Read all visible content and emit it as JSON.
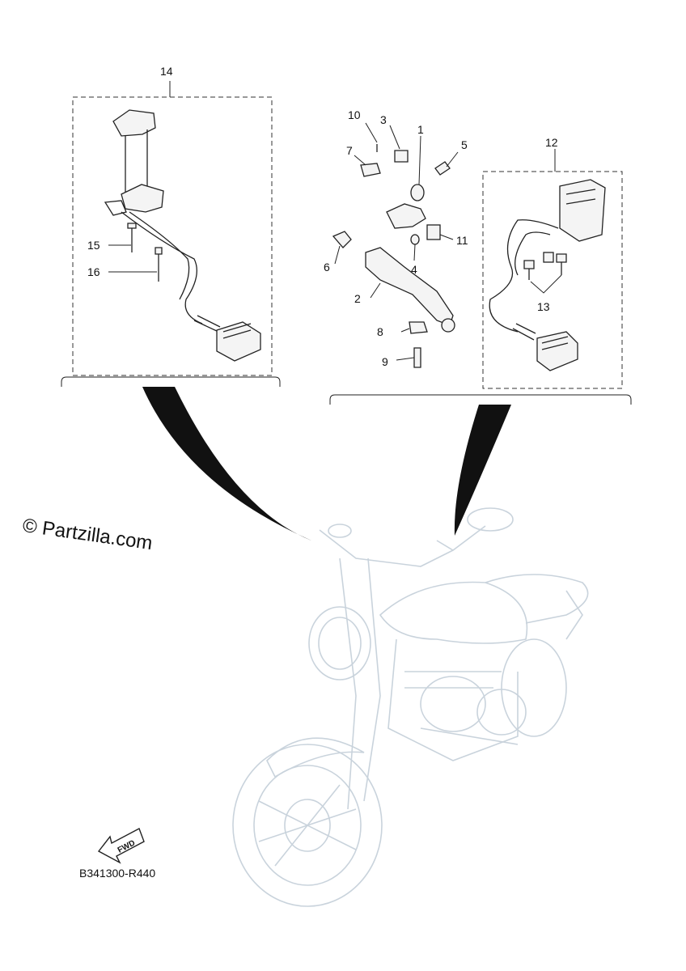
{
  "left_group": {
    "callout": "14",
    "parts": [
      {
        "callout": "15"
      },
      {
        "callout": "16"
      }
    ]
  },
  "right_group": {
    "callouts": [
      "10",
      "3",
      "1",
      "5",
      "7",
      "11",
      "6",
      "4",
      "2",
      "8",
      "9"
    ],
    "sub_group": {
      "callout": "12",
      "parts": [
        {
          "callout": "13"
        }
      ]
    }
  },
  "watermark": "© Partzilla.com",
  "fwd_label": "FWD",
  "diagram_code": "B341300-R440",
  "colors": {
    "line": "#222222",
    "ghost": "#c9d3dc",
    "wedge": "#111111"
  }
}
